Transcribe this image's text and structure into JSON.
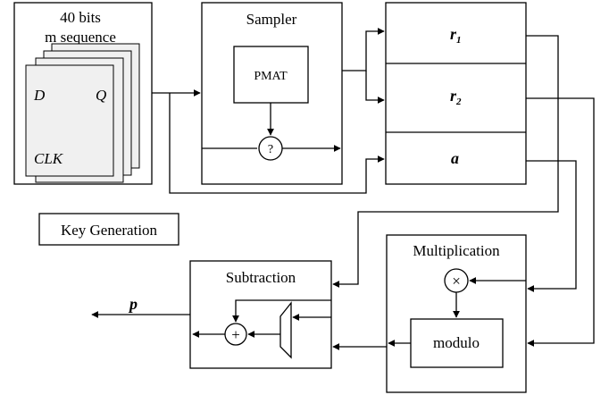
{
  "lfsr": {
    "title_line1": "40 bits",
    "title_line2": "m sequence",
    "pin_d": "D",
    "pin_q": "Q",
    "pin_clk": "CLK"
  },
  "sampler": {
    "title": "Sampler",
    "pmat_label": "PMAT",
    "compare_symbol": "?"
  },
  "registers": {
    "r1_base": "r",
    "r1_sub": "1",
    "r2_base": "r",
    "r2_sub": "2",
    "a_label": "a"
  },
  "key_generation_label": "Key Generation",
  "multiplication": {
    "title": "Multiplication",
    "times_symbol": "×",
    "modulo_label": "modulo"
  },
  "subtraction": {
    "title": "Subtraction",
    "plus_symbol": "+"
  },
  "output_label": "p"
}
